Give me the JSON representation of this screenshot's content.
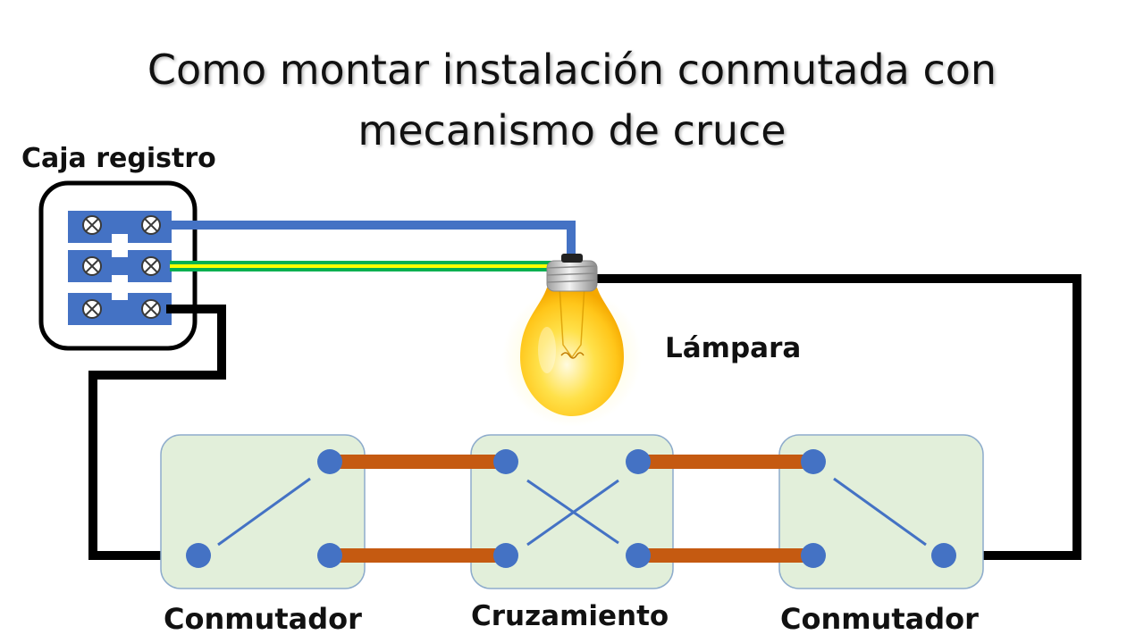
{
  "title": {
    "line1": "Como montar instalación conmutada con",
    "line2": "mecanismo de cruce"
  },
  "labels": {
    "junction_box": "Caja registro",
    "lamp": "Lámpara",
    "switch_left": "Conmutador",
    "crossover": "Cruzamiento",
    "switch_right": "Conmutador"
  },
  "colors": {
    "neutral_wire": "#4472c4",
    "earth_wire_green": "#00b050",
    "earth_wire_yellow": "#ffff00",
    "phase_wire": "#000000",
    "traveler_wire": "#c55a11",
    "mechanism_fill": "#e2efda",
    "terminal": "#4472c4"
  }
}
